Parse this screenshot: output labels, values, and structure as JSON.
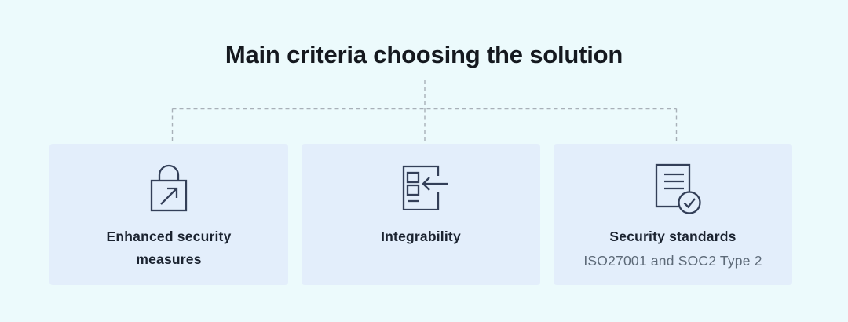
{
  "title": "Main criteria choosing the solution",
  "cards": [
    {
      "id": "enhanced-security",
      "icon": "lock-arrow-icon",
      "label": "Enhanced security measures"
    },
    {
      "id": "integrability",
      "icon": "integration-arrow-icon",
      "label": "Integrability"
    },
    {
      "id": "security-standards",
      "icon": "document-check-icon",
      "label": "Security standards",
      "sublabel": "ISO27001 and SOC2 Type 2"
    }
  ],
  "colors": {
    "page_background": "#ecfafc",
    "card_background": "#e3eefb",
    "title_text": "#15191f",
    "label_text": "#1b2330",
    "sublabel_text": "#5d6a78",
    "icon_stroke": "#333f58",
    "connector_line": "#a8b0b8"
  }
}
